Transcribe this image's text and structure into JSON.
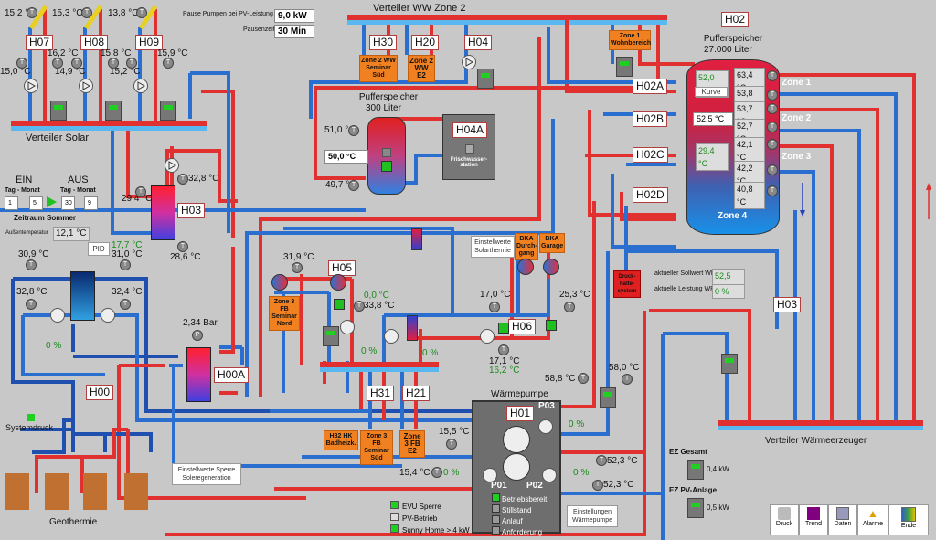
{
  "solar": {
    "distributor_label": "Verteiler Solar",
    "collectors": [
      {
        "tag": "H07",
        "collector_temp": "15,2 °C",
        "return_temp": "15,0 °C",
        "flow_temp": "16,2 °C"
      },
      {
        "tag": "H08",
        "collector_temp": "15,3 °C",
        "return_temp": "14,9 °C",
        "flow_temp": "15,8 °C"
      },
      {
        "tag": "H09",
        "collector_temp": "13,8 °C",
        "return_temp": "15,2 °C",
        "flow_temp": "15,9 °C"
      }
    ]
  },
  "pv_pause": {
    "label": "Pause Pumpen bei PV-Leistung >",
    "value": "9,0 kW",
    "pause_label": "Pausenzeit",
    "pause_value": "30 Min"
  },
  "summer": {
    "on_label": "EIN",
    "off_label": "AUS",
    "day_month_label": "Tag - Monat",
    "on_day": "1",
    "on_month": "5",
    "off_day": "30",
    "off_month": "9",
    "period_label": "Zeitraum Sommer",
    "outdoor_label": "Außentemperatur",
    "outdoor_value": "12,1 °C"
  },
  "h03_storage": {
    "tag": "H03",
    "top_temp": "32,8 °C",
    "left_temp": "29,4 °C",
    "bottom_temp": "28,6 °C"
  },
  "ww_zone2": {
    "title": "Verteiler WW Zone 2",
    "tags": [
      "H30",
      "H20",
      "H04"
    ],
    "zones": [
      "Zone 2 WW Seminar Süd",
      "Zone 2 WW E2"
    ]
  },
  "buffer_300": {
    "title": "Pufferspeicher",
    "subtitle": "300 Liter",
    "top_temp": "51,0 °C",
    "setpoint": "50,0 °C",
    "bottom_temp": "49,7 °C",
    "station_tag": "H04A",
    "station_label": "Frischwasser-station"
  },
  "buffer_27000": {
    "tag": "H02",
    "title": "Pufferspeicher",
    "subtitle": "27.000 Liter",
    "zone1_label": "Zone 1 Wohnbereich",
    "port_tags": [
      "H02A",
      "H02B",
      "H02C",
      "H02D"
    ],
    "setpoint_green": "52,0 °C",
    "curve_button": "Kurve",
    "setpoint_select": "52,5 °C",
    "green_temp": "29,4 °C",
    "sensor_temps": [
      "63,4 °C",
      "53,8 °C",
      "53,7 °C",
      "52,7 °C",
      "42,1 °C",
      "42,2 °C",
      "40,8 °C"
    ],
    "zones": [
      "Zone 1",
      "Zone 2",
      "Zone 3",
      "Zone 4"
    ]
  },
  "geo": {
    "left_top_temp": "30,9 °C",
    "right_top_temp": "31,0 °C",
    "pid_label": "PID",
    "pid_value": "17,7 °C",
    "left_temp": "32,8 °C",
    "right_temp": "32,4 °C",
    "pump_percent": "0 %",
    "pressure": "2,34 Bar",
    "h00a_tag": "H00A",
    "h00_tag": "H00",
    "system_pressure_label": "Systemdruck",
    "geothermie_label": "Geothermie",
    "sperre_button": "Einstellwerte Sperre Soleregeneration"
  },
  "h05": {
    "tag": "H05",
    "temp_top": "31,9 °C",
    "green_temp": "0,0 °C",
    "temp": "33,8 °C",
    "zone_label": "Zone 3 FB Seminar Nord",
    "valve_percent": "0 %"
  },
  "h06": {
    "tag": "H06",
    "solar_button": "Einstellwerte Solarthermie",
    "bka": [
      "BKA Durch-gang",
      "BKA Garage"
    ],
    "temp_top": "17,0 °C",
    "temp_right": "25,3 °C",
    "temp_bottom": "17,1 °C",
    "temp_green": "16,2 °C",
    "valve_percent": "0 %"
  },
  "h31_h21": {
    "tags": [
      "H31",
      "H21"
    ],
    "zones": [
      "H32 HK Badheizk.",
      "Zone 3 FB Seminar Süd",
      "Zone 3 FB E2"
    ]
  },
  "heatpump": {
    "title": "Wärmepumpe",
    "tag": "H01",
    "pumps": [
      "P01",
      "P02",
      "P03"
    ],
    "p03_percent": "0 %",
    "p01_percent": "0 %",
    "p02_percent": "0 %",
    "temp_left_top": "15,5 °C",
    "temp_left": "15,4 °C",
    "temp_r1": "58,8 °C",
    "temp_r2": "58,0 °C",
    "temp_r3": "52,3 °C",
    "temp_r4": "52,3 °C",
    "status": [
      {
        "label": "Betriebsbereit",
        "active": true
      },
      {
        "label": "Stillstand",
        "active": false
      },
      {
        "label": "Anlauf",
        "active": false
      },
      {
        "label": "Anforderung",
        "active": false
      }
    ],
    "settings_button": "Einstellungen Wärmepumpe",
    "setpoint_label": "aktueller Sollwert WP",
    "setpoint_value": "52,5 °C",
    "power_label": "aktuelle Leistung WP",
    "power_value": "0 %",
    "pressure_system": "Druck-halte-system"
  },
  "signals": [
    {
      "label": "EVU Sperre",
      "active": true
    },
    {
      "label": "PV-Betrieb",
      "active": false
    },
    {
      "label": "Sunny Home > 4 kW",
      "active": true
    }
  ],
  "generator_dist": {
    "label": "Verteiler Wärmeerzeuger",
    "tag": "H03"
  },
  "energy": {
    "total_label": "EZ Gesamt",
    "total_value": "0,4 kW",
    "pv_label": "EZ PV-Anlage",
    "pv_value": "0,5 kW"
  },
  "toolbar": [
    {
      "label": "Druck",
      "icon": "printer-icon"
    },
    {
      "label": "Trend",
      "icon": "trend-icon"
    },
    {
      "label": "Daten",
      "icon": "data-icon"
    },
    {
      "label": "Alarme",
      "icon": "bell-icon"
    },
    {
      "label": "Ende",
      "icon": "exit-icon"
    }
  ]
}
